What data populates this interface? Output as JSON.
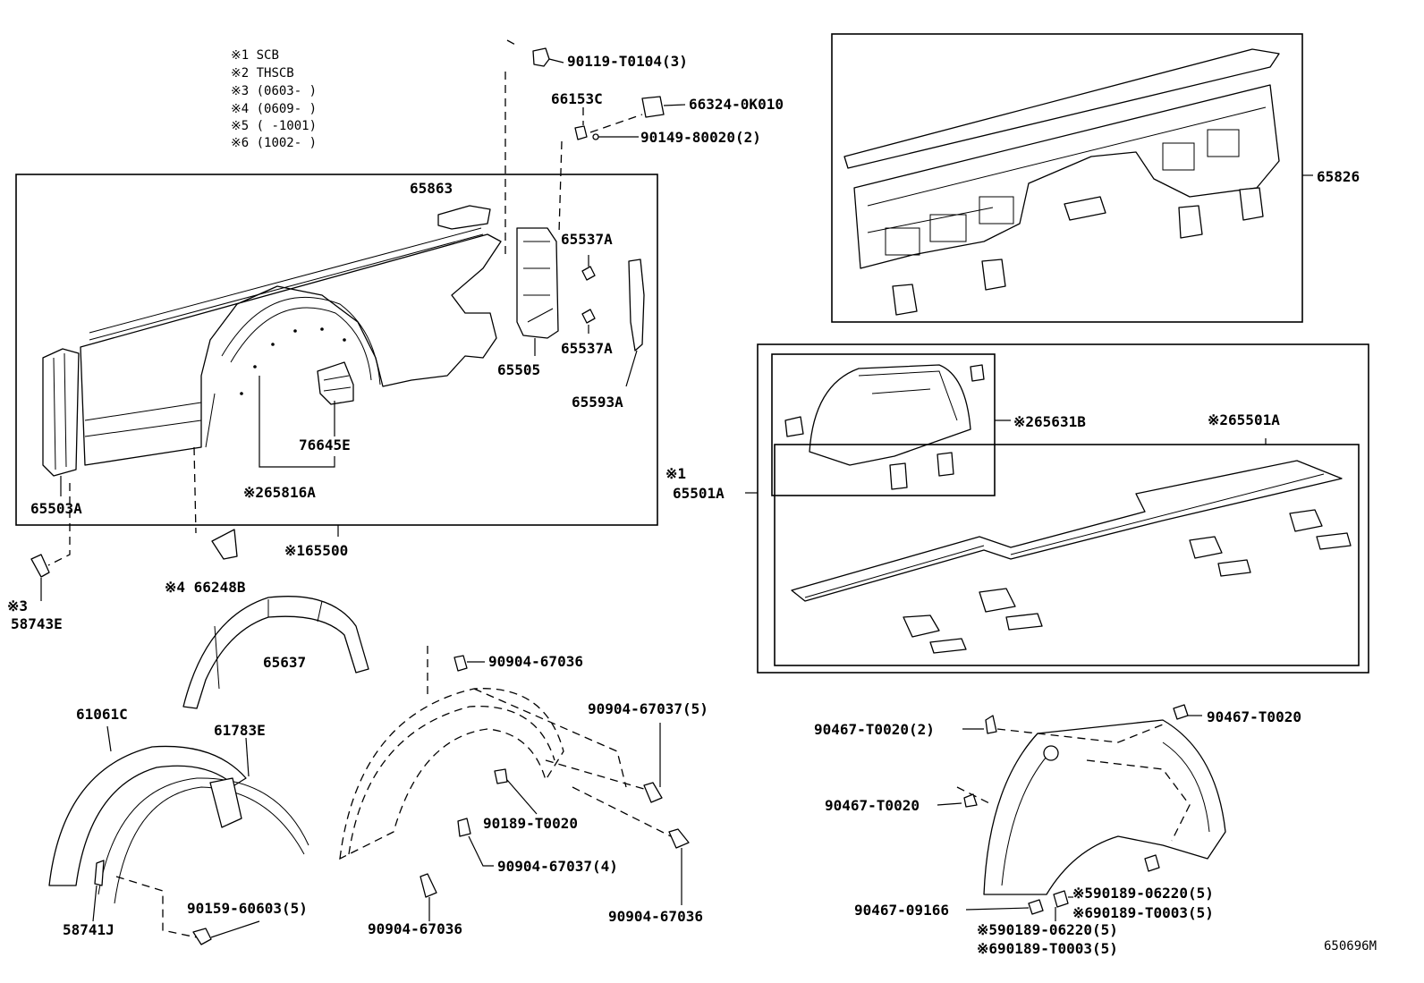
{
  "notes": [
    "※1 SCB",
    "※2 THSCB",
    "※3 (0603-      )",
    "※4 (0609-      )",
    "※5 (      -1001)",
    "※6 (1002-      )"
  ],
  "labels": {
    "p90119": "90119-T0104(3)",
    "p66153C": "66153C",
    "p66324": "66324-0K010",
    "p90149": "90149-80020(2)",
    "p65863": "65863",
    "p65537A_top": "65537A",
    "p65537A_bot": "65537A",
    "p65505": "65505",
    "p65593A": "65593A",
    "p76645E": "76645E",
    "p65816A": "※265816A",
    "p65503A": "65503A",
    "p165500": "※165500",
    "p66248B": "※4 66248B",
    "p58743E_mark": "※3",
    "p58743E": "58743E",
    "p65637": "65637",
    "p61061C": "61061C",
    "p61783E": "61783E",
    "p58741J": "58741J",
    "p90159": "90159-60603(5)",
    "p90904_67036_top": "90904-67036",
    "p90904_67037_5": "90904-67037(5)",
    "p90189": "90189-T0020",
    "p90904_67037_4": "90904-67037(4)",
    "p90904_67036_bl": "90904-67036",
    "p90904_67036_br": "90904-67036",
    "p65826": "65826",
    "p65631B": "※265631B",
    "p65501A_inner": "※265501A",
    "p65501A_mark": "※1",
    "p65501A_outer": "65501A",
    "p90467_T0020_2": "90467-T0020(2)",
    "p90467_T0020_tr": "90467-T0020",
    "p90467_T0020_mid": "90467-T0020",
    "p90467_09166": "90467-09166",
    "p590189_r": "※590189-06220(5)",
    "p690189_r": "※690189-T0003(5)",
    "p590189_b": "※590189-06220(5)",
    "p690189_b": "※690189-T0003(5)"
  },
  "figure_id": "650696M"
}
